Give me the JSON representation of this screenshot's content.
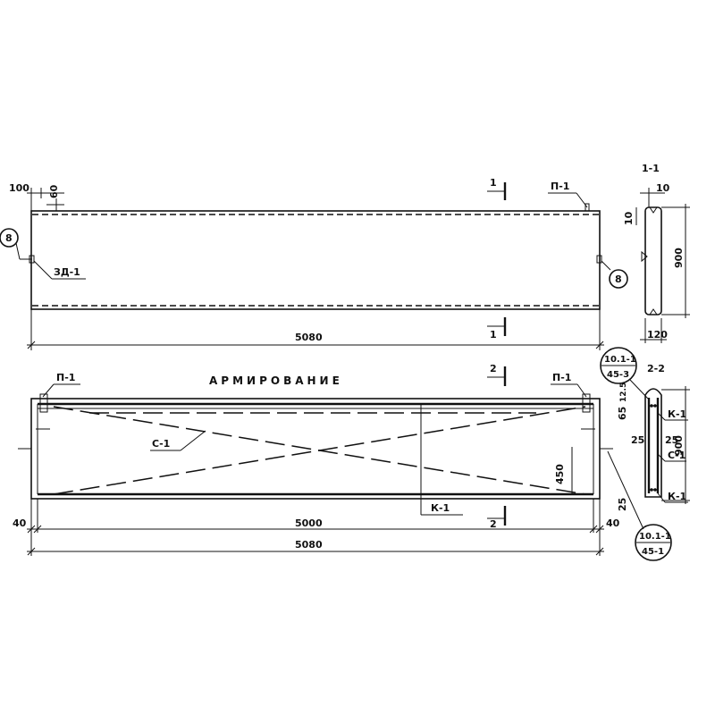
{
  "top_view": {
    "dim_left_100": "100",
    "dim_left_60": "60",
    "dim_length": "5080",
    "mark_p1": "П-1",
    "mark_zd1": "ЗД-1",
    "bubble_left": "8",
    "bubble_right": "8",
    "cut_label_top": "1",
    "cut_label_bottom": "1"
  },
  "section_1_1": {
    "title": "1-1",
    "dim_top": "10",
    "dim_side": "10",
    "dim_height": "900",
    "dim_width": "120"
  },
  "reinforcement": {
    "title": "АРМИРОВАНИЕ",
    "mark_p1_left": "П-1",
    "mark_p1_right": "П-1",
    "mark_c1": "С-1",
    "mark_k1": "К-1",
    "dim_450": "450",
    "dim_left_40": "40",
    "dim_right_40": "40",
    "dim_inner": "5000",
    "dim_total": "5080",
    "cut_label_top": "2",
    "cut_label_bottom": "2",
    "callout_top_1": "10.1-1",
    "callout_top_2": "45-3",
    "callout_bot_1": "10.1-1",
    "callout_bot_2": "45-1"
  },
  "section_2_2": {
    "title": "2-2",
    "dim_65": "65",
    "dim_125": "12.5",
    "dim_25_left": "25",
    "dim_25_right": "25",
    "dim_25_bottom": "25",
    "dim_height": "900",
    "mark_k1_top": "К-1",
    "mark_c1": "С-1",
    "mark_k1_bottom": "К-1"
  }
}
